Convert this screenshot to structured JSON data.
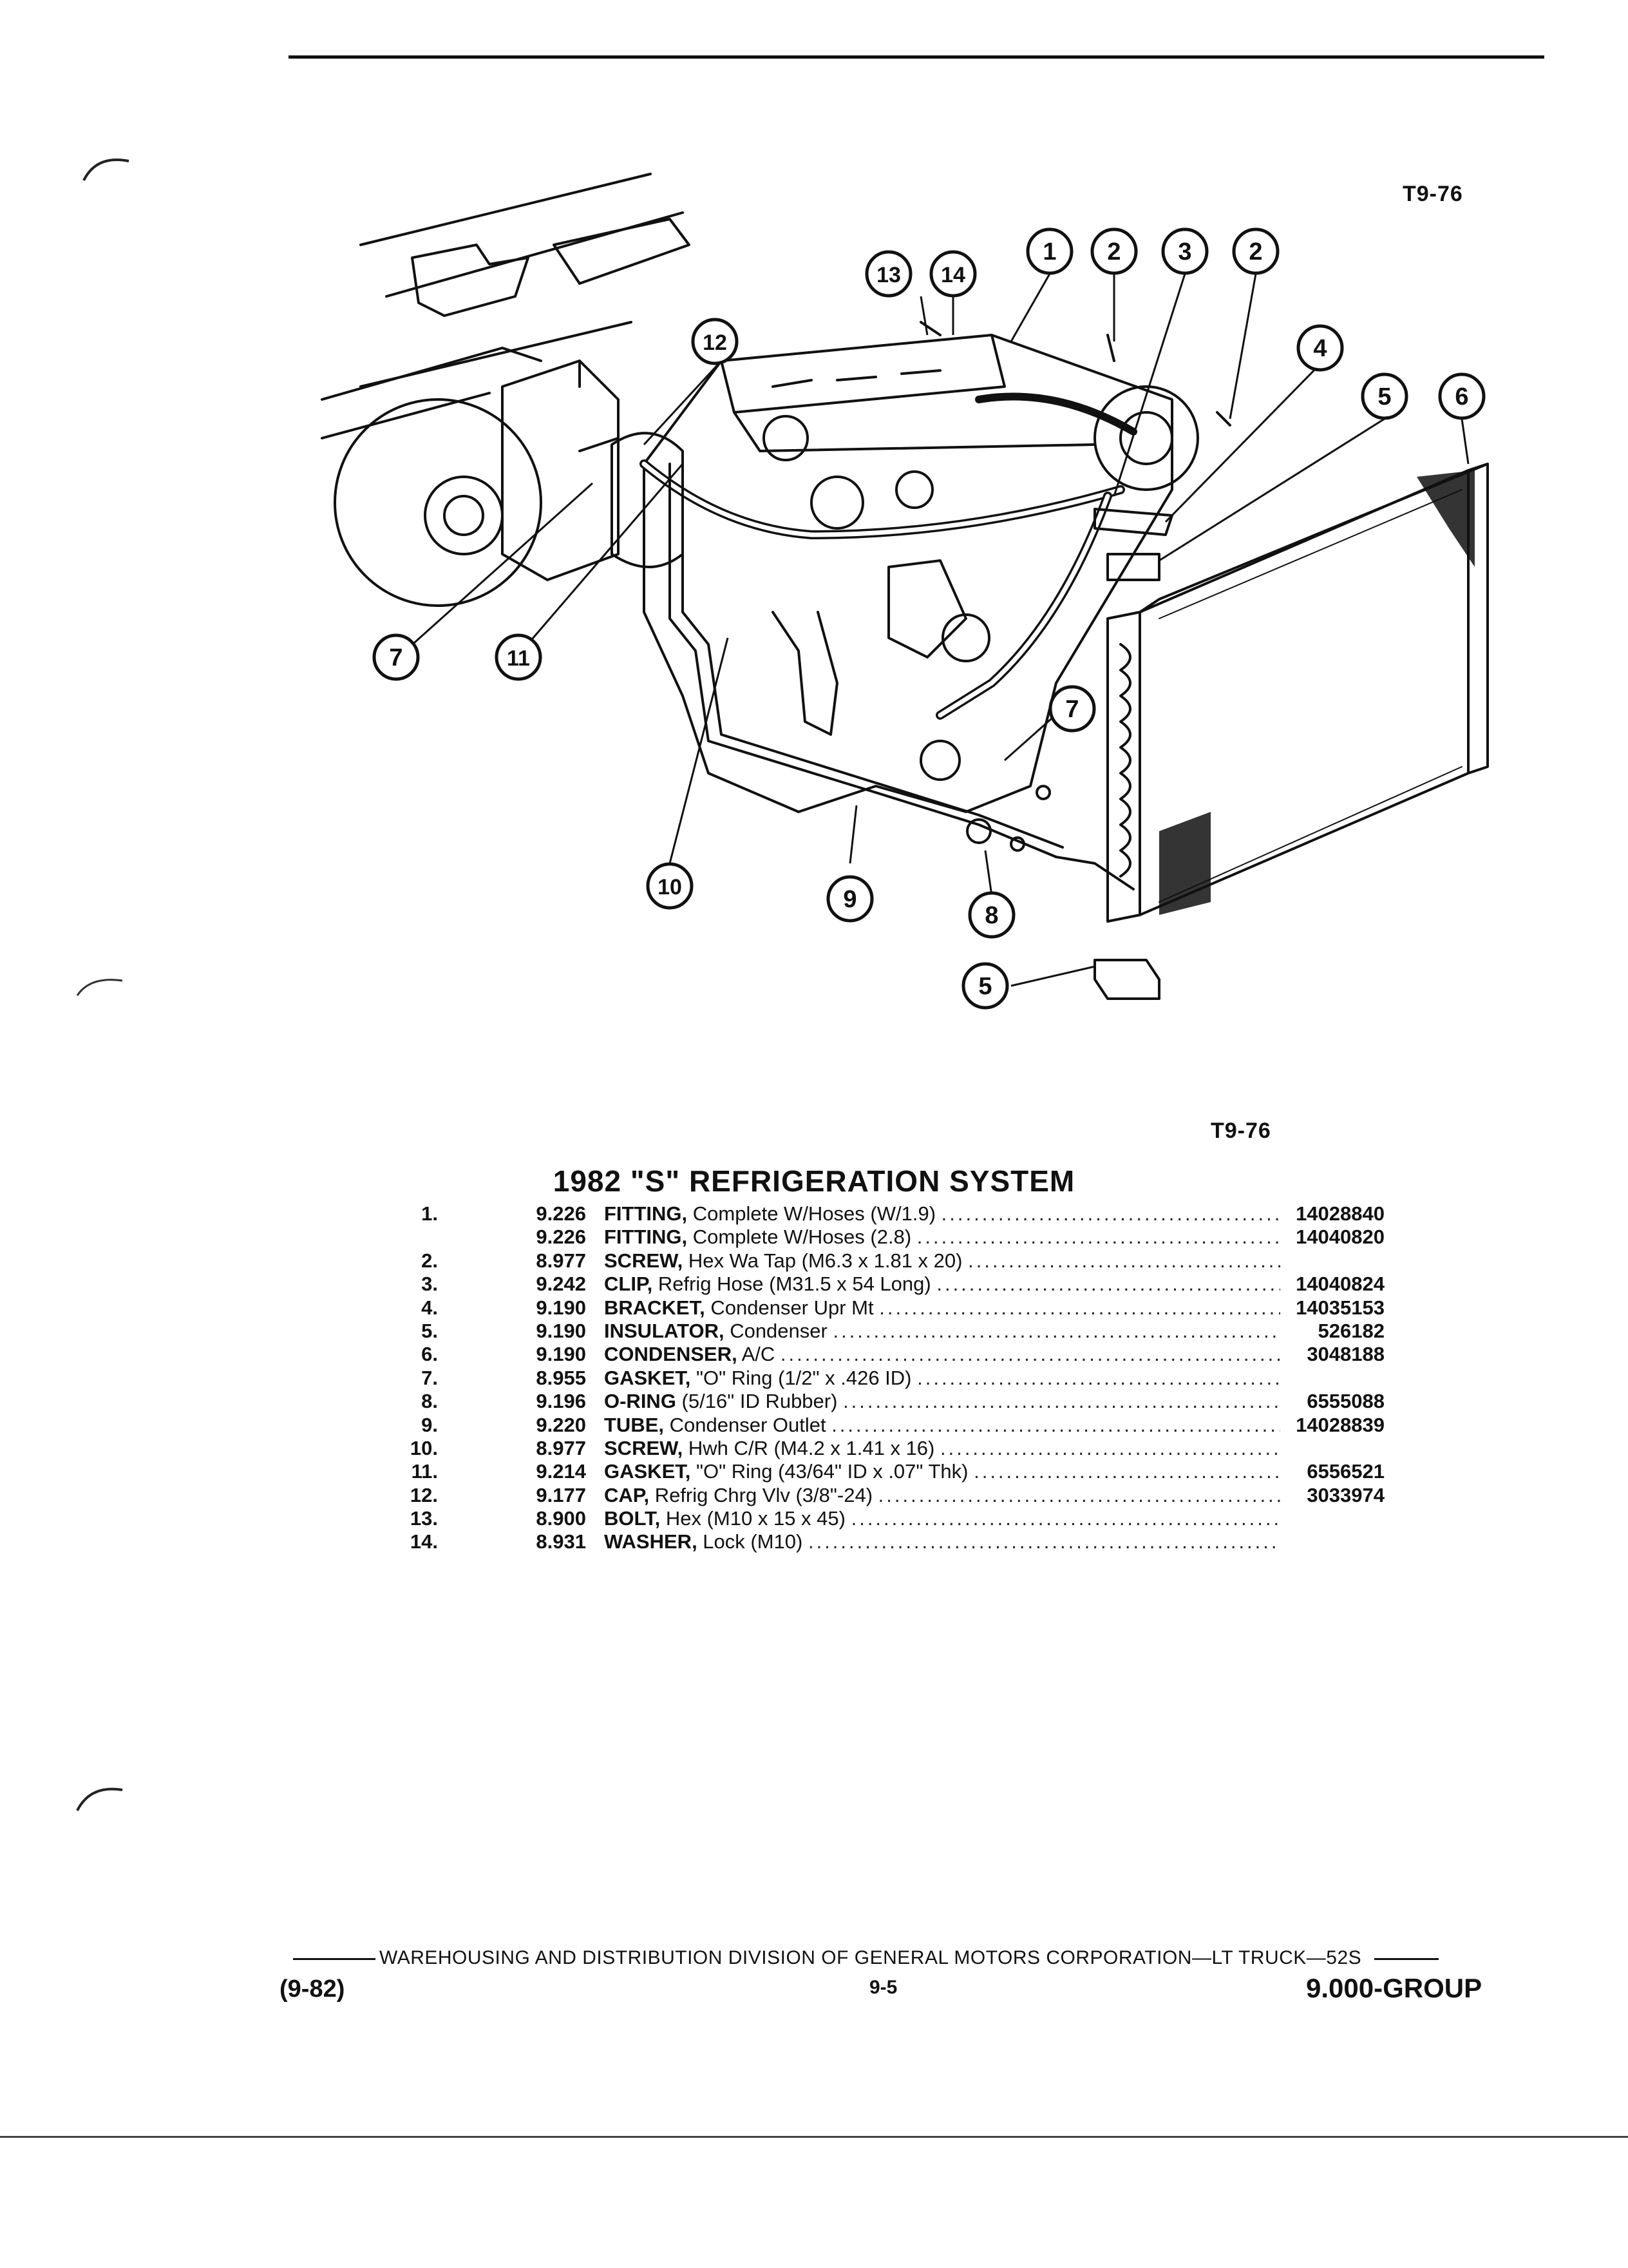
{
  "figure_tag_top": "T9-76",
  "figure_tag_bottom": "T9-76",
  "title": "1982 \"S\" REFRIGERATION SYSTEM",
  "callouts": [
    "1",
    "2",
    "3",
    "4",
    "5",
    "6",
    "7",
    "8",
    "9",
    "10",
    "11",
    "12",
    "13",
    "14"
  ],
  "parts": [
    {
      "no": "1.",
      "group": "9.226",
      "name": "FITTING,",
      "desc": "Complete W/Hoses (W/1.9)",
      "part": "14028840"
    },
    {
      "no": "",
      "group": "9.226",
      "name": "FITTING,",
      "desc": "Complete W/Hoses (2.8)",
      "part": "14040820"
    },
    {
      "no": "2.",
      "group": "8.977",
      "name": "SCREW,",
      "desc": "Hex Wa Tap (M6.3 x 1.81 x 20)",
      "part": ""
    },
    {
      "no": "3.",
      "group": "9.242",
      "name": "CLIP,",
      "desc": "Refrig Hose (M31.5 x 54 Long)",
      "part": "14040824"
    },
    {
      "no": "4.",
      "group": "9.190",
      "name": "BRACKET,",
      "desc": "Condenser Upr Mt",
      "part": "14035153"
    },
    {
      "no": "5.",
      "group": "9.190",
      "name": "INSULATOR,",
      "desc": "Condenser",
      "part": "526182"
    },
    {
      "no": "6.",
      "group": "9.190",
      "name": "CONDENSER,",
      "desc": "A/C",
      "part": "3048188"
    },
    {
      "no": "7.",
      "group": "8.955",
      "name": "GASKET,",
      "desc": "\"O\" Ring (1/2\" x .426 ID)",
      "part": ""
    },
    {
      "no": "8.",
      "group": "9.196",
      "name": "O-RING",
      "desc": "(5/16\" ID Rubber)",
      "part": "6555088"
    },
    {
      "no": "9.",
      "group": "9.220",
      "name": "TUBE,",
      "desc": "Condenser Outlet",
      "part": "14028839"
    },
    {
      "no": "10.",
      "group": "8.977",
      "name": "SCREW,",
      "desc": "Hwh C/R (M4.2 x 1.41 x 16)",
      "part": ""
    },
    {
      "no": "11.",
      "group": "9.214",
      "name": "GASKET,",
      "desc": "\"O\" Ring (43/64\" ID x .07\" Thk)",
      "part": "6556521"
    },
    {
      "no": "12.",
      "group": "9.177",
      "name": "CAP,",
      "desc": "Refrig Chrg Vlv (3/8\"-24)",
      "part": "3033974"
    },
    {
      "no": "13.",
      "group": "8.900",
      "name": "BOLT,",
      "desc": "Hex (M10 x 15 x 45)",
      "part": ""
    },
    {
      "no": "14.",
      "group": "8.931",
      "name": "WASHER,",
      "desc": "Lock (M10)",
      "part": ""
    }
  ],
  "footer": {
    "division": "WAREHOUSING AND DISTRIBUTION DIVISION OF GENERAL MOTORS CORPORATION—LT TRUCK—52S",
    "date": "(9-82)",
    "page": "9-5",
    "group": "9.000-GROUP"
  }
}
